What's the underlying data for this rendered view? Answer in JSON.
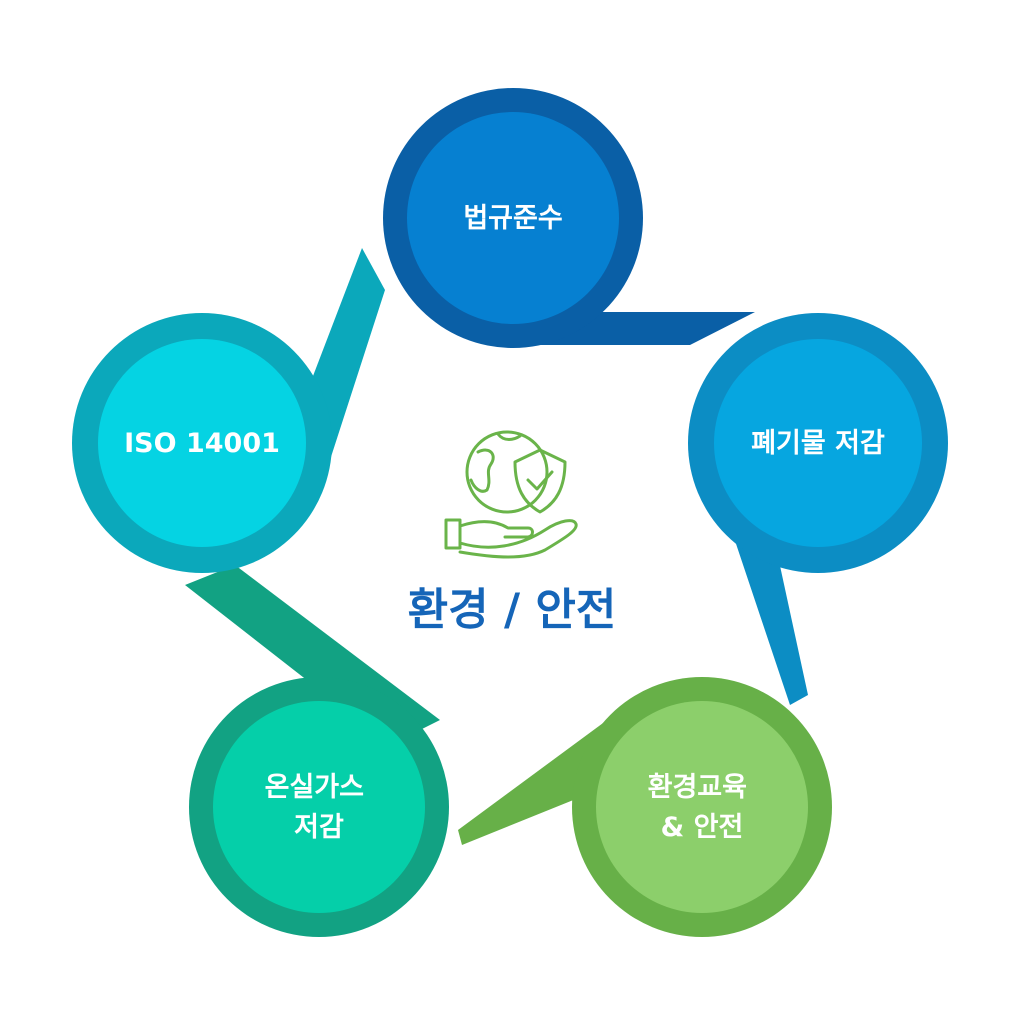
{
  "center": {
    "title": "환경 / 안전",
    "title_color": "#1565b8",
    "icon": "earth-shield-hand-icon",
    "icon_color": "#6ab44a"
  },
  "nodes": [
    {
      "id": "compliance",
      "lines": [
        "법규준수"
      ],
      "ring_color": "#0a5fa6",
      "fill_color": "#0680d1"
    },
    {
      "id": "waste",
      "lines": [
        "폐기물 저감"
      ],
      "ring_color": "#0c8dc4",
      "fill_color": "#06a6e0"
    },
    {
      "id": "education",
      "lines": [
        "환경교육",
        "& 안전"
      ],
      "ring_color": "#67b048",
      "fill_color": "#8ccf6b"
    },
    {
      "id": "ghg",
      "lines": [
        "온실가스",
        "저감"
      ],
      "ring_color": "#12a283",
      "fill_color": "#05cfa9"
    },
    {
      "id": "iso",
      "lines": [
        "ISO 14001"
      ],
      "ring_color": "#0ba8bb",
      "fill_color": "#05d3e3"
    }
  ]
}
